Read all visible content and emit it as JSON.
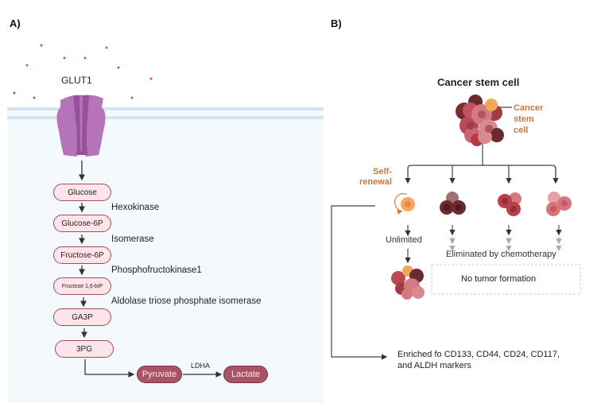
{
  "panel_a": {
    "label": "A)",
    "transporter": "GLUT1",
    "pathway": [
      {
        "metabolite": "Glucose",
        "enzyme_after": "Hexokinase"
      },
      {
        "metabolite": "Glucose-6P",
        "enzyme_after": "Isomerase"
      },
      {
        "metabolite": "Fructose-6P",
        "enzyme_after": "Phosphofructokinase1"
      },
      {
        "metabolite": "Fructose 1,6-biP",
        "enzyme_after": "Aldolase triose phosphate isomerase"
      },
      {
        "metabolite": "GA3P",
        "enzyme_after": ""
      },
      {
        "metabolite": "3PG",
        "enzyme_after": ""
      }
    ],
    "final": {
      "pyruvate": "Pyruvate",
      "enzyme": "LDHA",
      "lactate": "Lactate"
    }
  },
  "panel_b": {
    "label": "B)",
    "title": "Cancer stem cell",
    "csc_callout": [
      "Cancer",
      "stem",
      "cell"
    ],
    "self_renewal": [
      "Self-",
      "renewal"
    ],
    "unlimited": "Unlimited",
    "eliminated": "Eliminated by chemotherapy",
    "no_tumor": "No tumor formation",
    "markers": [
      "Enriched fo CD133, CD44, CD24, CD117,",
      "and ALDH markers"
    ]
  },
  "colors": {
    "accent_orange": "#c8793b",
    "node_fill": "#fce4ea",
    "node_border": "#a44a5c",
    "dark_node": "#a85366",
    "glut1": "#b070b4",
    "membrane": "#d3e4f4",
    "cytoplasm": "#f4f9fe"
  }
}
